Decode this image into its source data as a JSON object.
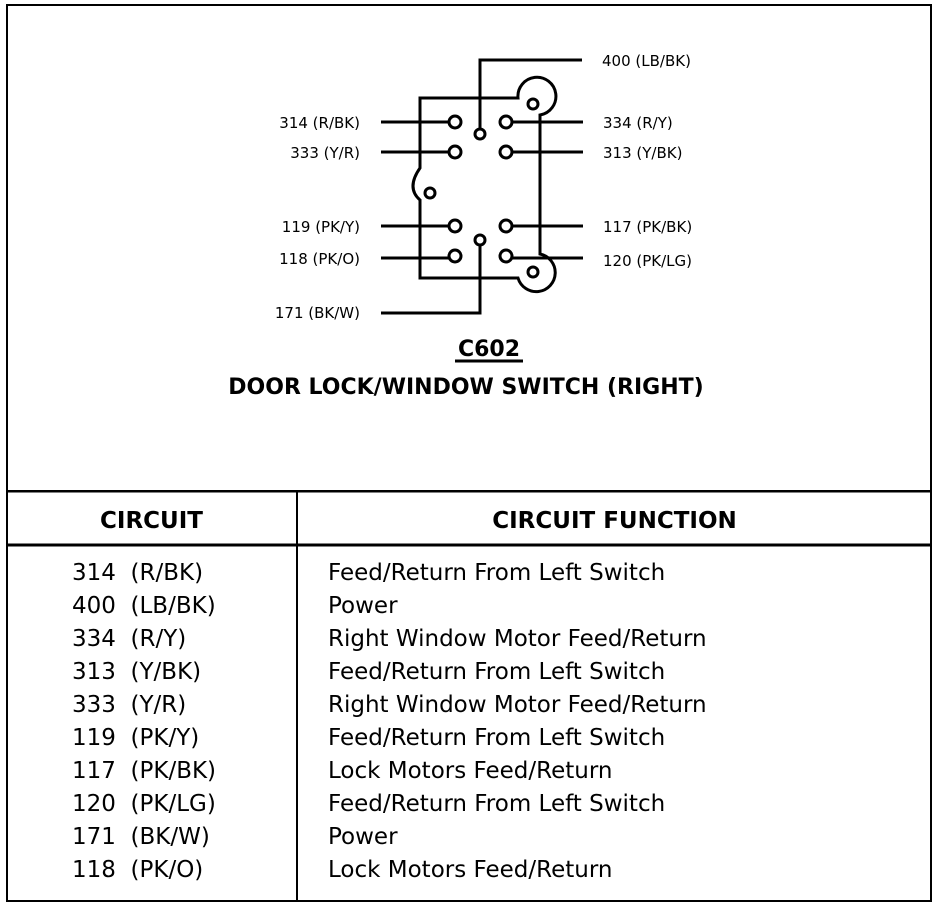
{
  "connector": {
    "id": "C602",
    "title": "DOOR LOCK/WINDOW SWITCH (RIGHT)",
    "wires": {
      "top": "400 (LB/BK)",
      "left_1": "314 (R/BK)",
      "left_2": "333 (Y/R)",
      "left_3": "119 (PK/Y)",
      "left_4": "118 (PK/O)",
      "bottom": "171 (BK/W)",
      "right_1": "334 (R/Y)",
      "right_2": "313 (Y/BK)",
      "right_3": "117 (PK/BK)",
      "right_4": "120 (PK/LG)"
    }
  },
  "table": {
    "headers": [
      "CIRCUIT",
      "CIRCUIT FUNCTION"
    ],
    "rows": [
      {
        "circuit": "314  (R/BK)",
        "function": "Feed/Return From Left Switch"
      },
      {
        "circuit": "400  (LB/BK)",
        "function": "Power"
      },
      {
        "circuit": "334  (R/Y)",
        "function": "Right Window Motor Feed/Return"
      },
      {
        "circuit": "313  (Y/BK)",
        "function": "Feed/Return From Left Switch"
      },
      {
        "circuit": "333  (Y/R)",
        "function": "Right Window Motor Feed/Return"
      },
      {
        "circuit": "119  (PK/Y)",
        "function": "Feed/Return From Left Switch"
      },
      {
        "circuit": "117  (PK/BK)",
        "function": "Lock Motors Feed/Return"
      },
      {
        "circuit": "120  (PK/LG)",
        "function": "Feed/Return From Left Switch"
      },
      {
        "circuit": "171  (BK/W)",
        "function": "Power"
      },
      {
        "circuit": "118  (PK/O)",
        "function": "Lock Motors Feed/Return"
      }
    ]
  }
}
